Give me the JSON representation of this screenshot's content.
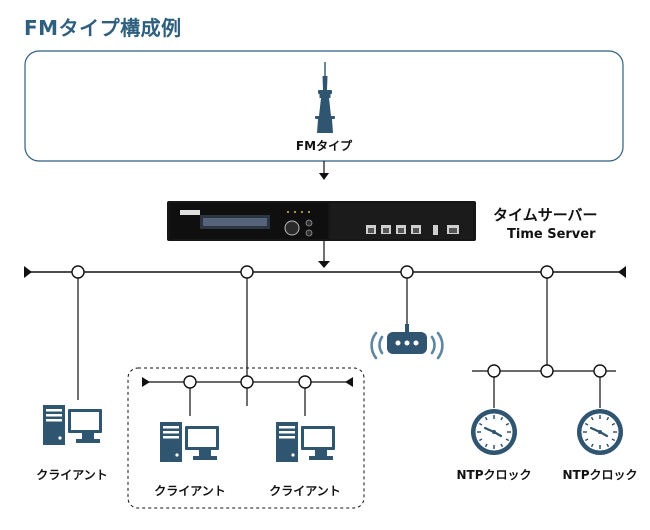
{
  "title": "FMタイプ構成例",
  "fm_type": {
    "label": "FMタイプ",
    "icon": "broadcast-tower-icon"
  },
  "time_server": {
    "label_ja": "タイムサーバー",
    "label_en": "Time Server",
    "icon": "rack-server-icon"
  },
  "clients": [
    {
      "label": "クライアント",
      "icon": "computer-icon"
    },
    {
      "label": "クライアント",
      "icon": "computer-icon"
    },
    {
      "label": "クライアント",
      "icon": "computer-icon"
    }
  ],
  "router": {
    "icon": "wifi-router-icon"
  },
  "ntp_clocks": [
    {
      "label": "NTPクロック",
      "icon": "clock-icon"
    },
    {
      "label": "NTPクロック",
      "icon": "clock-icon"
    }
  ],
  "colors": {
    "accent": "#2e5f7e",
    "icon": "#2f5571",
    "icon_light": "#5d86a3",
    "line": "#111111"
  }
}
